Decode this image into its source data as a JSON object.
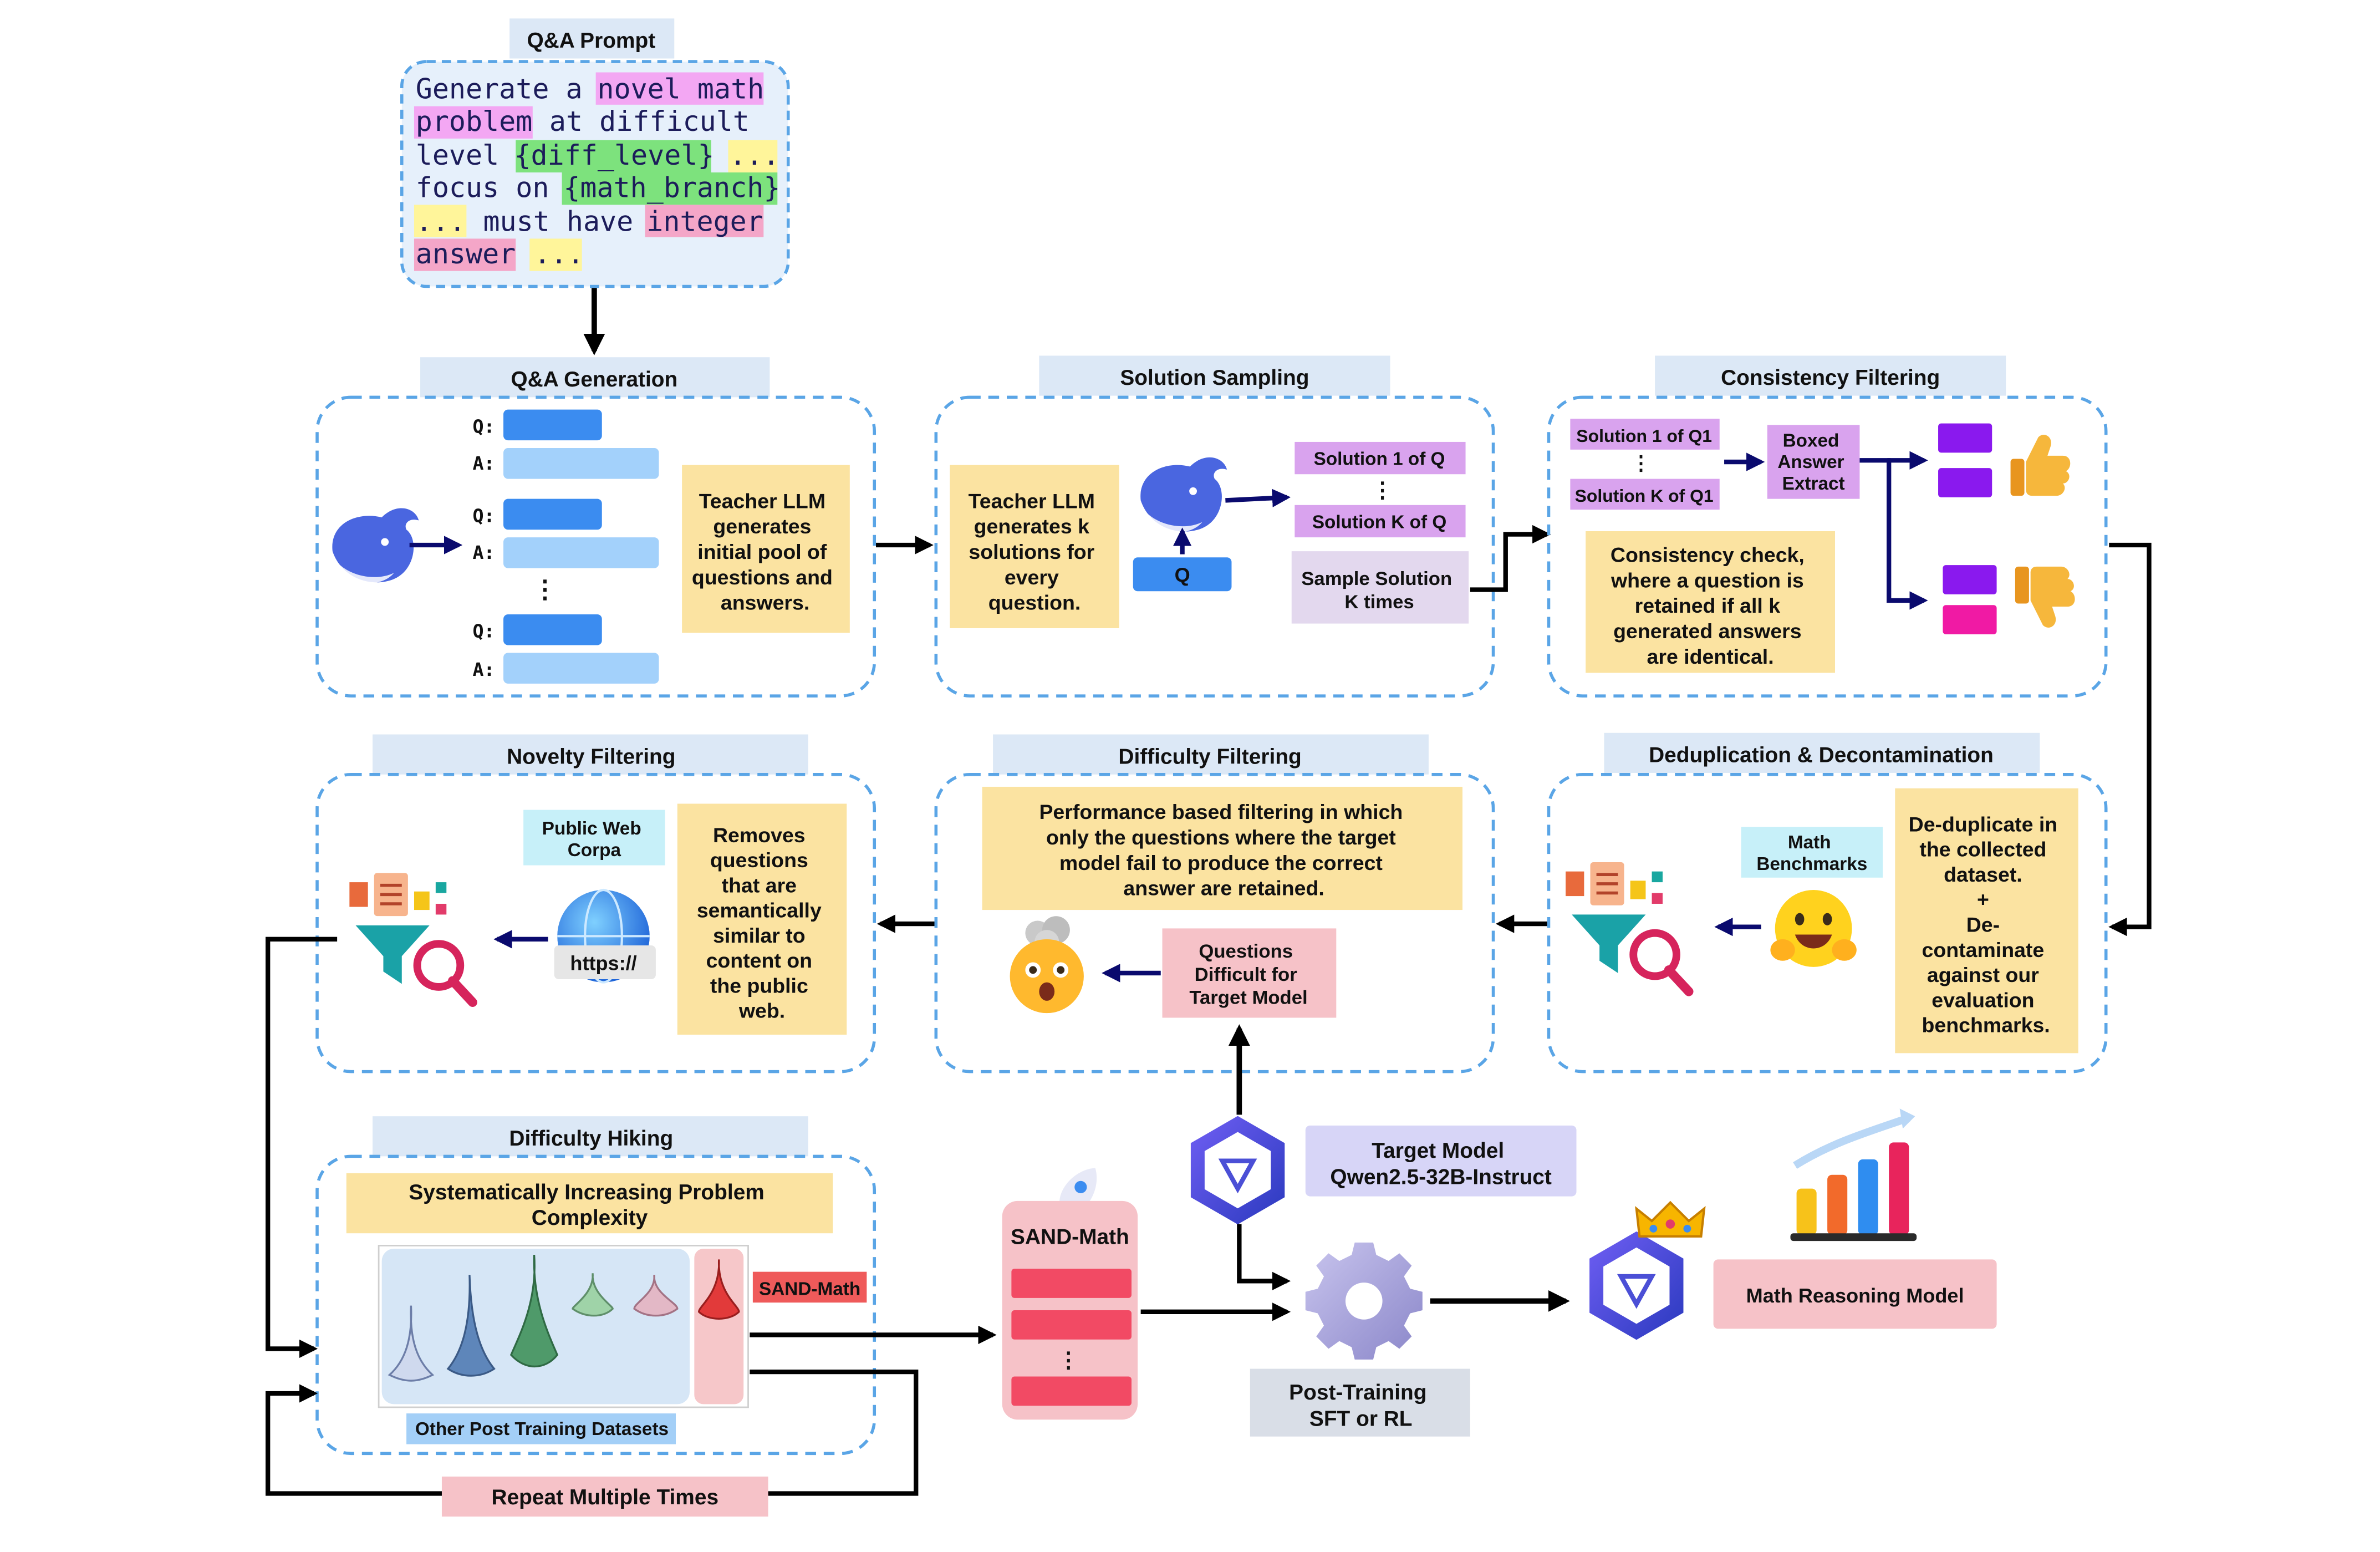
{
  "prompt": {
    "title": "Q&A Prompt",
    "line1a": "Generate a ",
    "line1b": "novel math",
    "line2a": "problem",
    "line2b": " at difficult",
    "line3a": "level ",
    "line3b": "{diff_level}",
    "line3c": " ...",
    "line4a": "focus on ",
    "line4b": "{math_branch}",
    "line5a": "...",
    "line5b": " must have ",
    "line5c": "integer",
    "line6a": "answer",
    "line6b": " ..."
  },
  "qa_generation": {
    "title": "Q&A Generation",
    "q_label": "Q:",
    "a_label": "A:",
    "ellipsis": "⋮",
    "note": [
      "Teacher LLM",
      "generates",
      "initial pool of",
      "questions and",
      "answers."
    ]
  },
  "solution_sampling": {
    "title": "Solution Sampling",
    "note": [
      "Teacher LLM",
      "generates k",
      "solutions for",
      "every",
      "question."
    ],
    "q_box": "Q",
    "solution_1": "Solution 1 of Q",
    "ellipsis": "⋮",
    "solution_k": "Solution K of Q",
    "sample_label": [
      "Sample Solution",
      "K times"
    ]
  },
  "consistency_filtering": {
    "title": "Consistency Filtering",
    "solution_1": "Solution 1 of Q1",
    "ellipsis": "⋮",
    "solution_k": "Solution K of Q1",
    "boxed": [
      "Boxed",
      "Answer",
      "Extract"
    ],
    "note": [
      "Consistency check,",
      "where a question is",
      "retained if all k",
      "generated answers",
      "are identical."
    ]
  },
  "dedup": {
    "title": "Deduplication & Decontamination",
    "benchmarks": [
      "Math",
      "Benchmarks"
    ],
    "note": [
      "De-duplicate in",
      "the collected",
      "dataset.",
      "+",
      "De-",
      "contaminate",
      "against our",
      "evaluation",
      "benchmarks."
    ]
  },
  "difficulty_filtering": {
    "title": "Difficulty Filtering",
    "note": [
      "Performance based filtering in which",
      "only the questions where the target",
      "model fail to produce the correct",
      "answer are retained."
    ],
    "questions_box": [
      "Questions",
      "Difficult for",
      "Target Model"
    ]
  },
  "novelty_filtering": {
    "title": "Novelty Filtering",
    "corpa": [
      "Public Web",
      "Corpa"
    ],
    "https": "https://",
    "note": [
      "Removes",
      "questions",
      "that are",
      "semantically",
      "similar to",
      "content on",
      "the public",
      "web."
    ]
  },
  "difficulty_hiking": {
    "title": "Difficulty Hiking",
    "banner": [
      "Systematically Increasing Problem",
      "Complexity"
    ],
    "sand_tag": "SAND-Math",
    "datasets_label": "Other Post Training Datasets"
  },
  "sand_math": {
    "label": "SAND-Math",
    "ellipsis": "⋮"
  },
  "target_model": [
    "Target Model",
    "Qwen2.5-32B-Instruct"
  ],
  "post_training": [
    "Post-Training",
    "SFT or RL"
  ],
  "final_model": "Math Reasoning Model",
  "repeat": "Repeat Multiple Times",
  "icons": [
    "whale-icon",
    "thumbs-up-icon",
    "thumbs-down-icon",
    "hugging-face-icon",
    "filter-search-icon",
    "globe-icon",
    "exploding-head-icon",
    "qwen-logo-icon",
    "gear-icon",
    "rocket-icon",
    "crown-icon",
    "bar-chart-icon"
  ],
  "colors": {
    "panel_border": "#5aa5e6",
    "panel_title_bg": "#dce8f6",
    "note_bg": "#fbe3a1",
    "arrow_navy": "#0a0a6e",
    "purple_box": "#d9a3ee",
    "pink_box": "#f6c2c8",
    "blue_bar_dark": "#3b8cf0",
    "blue_bar_light": "#a3d1fb",
    "lavender_box": "#d7d5f7",
    "grey_box": "#d9dee7",
    "cyan_box": "#c7f0f9"
  }
}
